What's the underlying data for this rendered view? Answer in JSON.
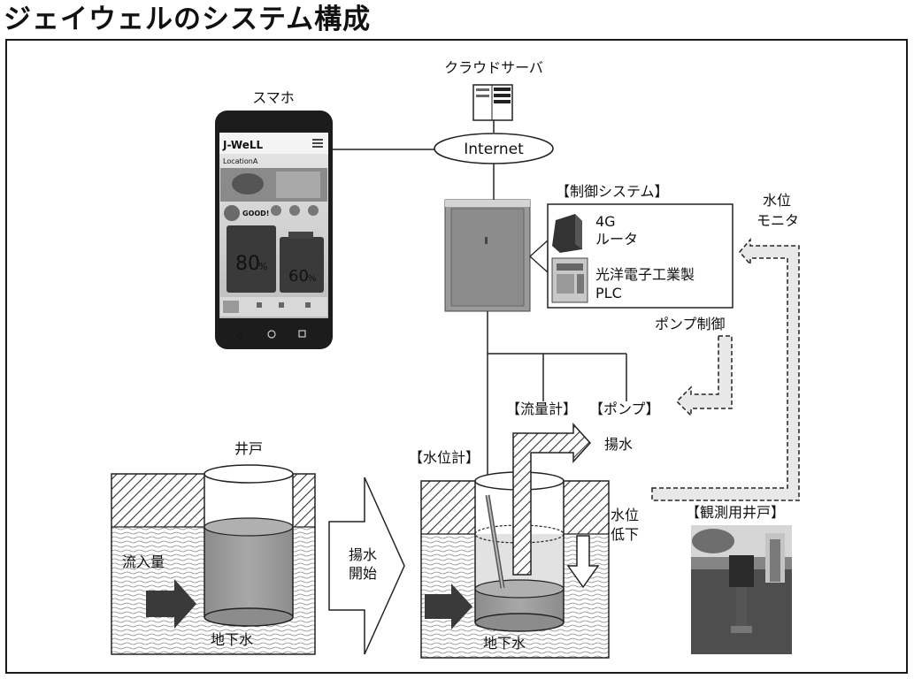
{
  "title": "ジェイウェルのシステム構成",
  "cloud_server": "クラウドサーバ",
  "internet": "Internet",
  "smartphone": {
    "label": "スマホ",
    "app_logo": "J-WeLL",
    "location": "LocationA",
    "status": "GOOD!",
    "gauge_left": "80",
    "gauge_right": "60",
    "percent": "%"
  },
  "control_system": {
    "label": "【制御システム】",
    "router_line1": "4G",
    "router_line2": "ルータ",
    "plc_line1": "光洋電子工業製",
    "plc_line2": "PLC"
  },
  "water_level_monitor": [
    "水位",
    "モニタ"
  ],
  "pump_control": "ポンプ制御",
  "flow_meter": "【流量計】",
  "pump": "【ポンプ】",
  "pumping": "揚水",
  "water_level_meter": "【水位計】",
  "well": "井戸",
  "inflow": "流入量",
  "groundwater_left": "地下水",
  "groundwater_right": "地下水",
  "start_pumping": [
    "揚水",
    "開始"
  ],
  "level_drop": [
    "水位",
    "低下"
  ],
  "observation_well": "【観測用井戸】",
  "colors": {
    "frame": "#1a1a1a",
    "water": "#9a9a9a",
    "arrow_fill": "#3a3a3a",
    "dashed_arrow": "#e6e6e6"
  }
}
